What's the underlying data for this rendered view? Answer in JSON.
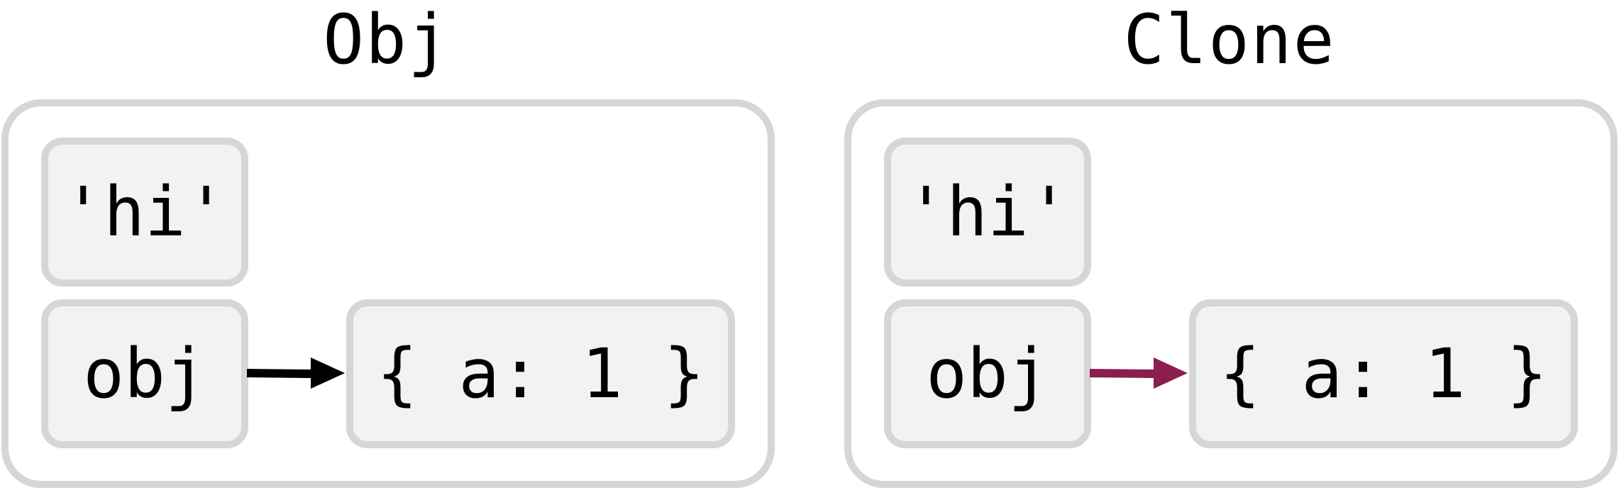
{
  "panels": [
    {
      "title": "Obj",
      "cells": {
        "string_value": "'hi'",
        "key": "obj",
        "object_value": "{ a: 1 }"
      },
      "arrow_color": "#000000"
    },
    {
      "title": "Clone",
      "cells": {
        "string_value": "'hi'",
        "key": "obj",
        "object_value": "{ a: 1 }"
      },
      "arrow_color": "#8b1e4f"
    }
  ],
  "colors": {
    "border": "#d6d6d6",
    "cell_fill": "#f2f2f2"
  }
}
